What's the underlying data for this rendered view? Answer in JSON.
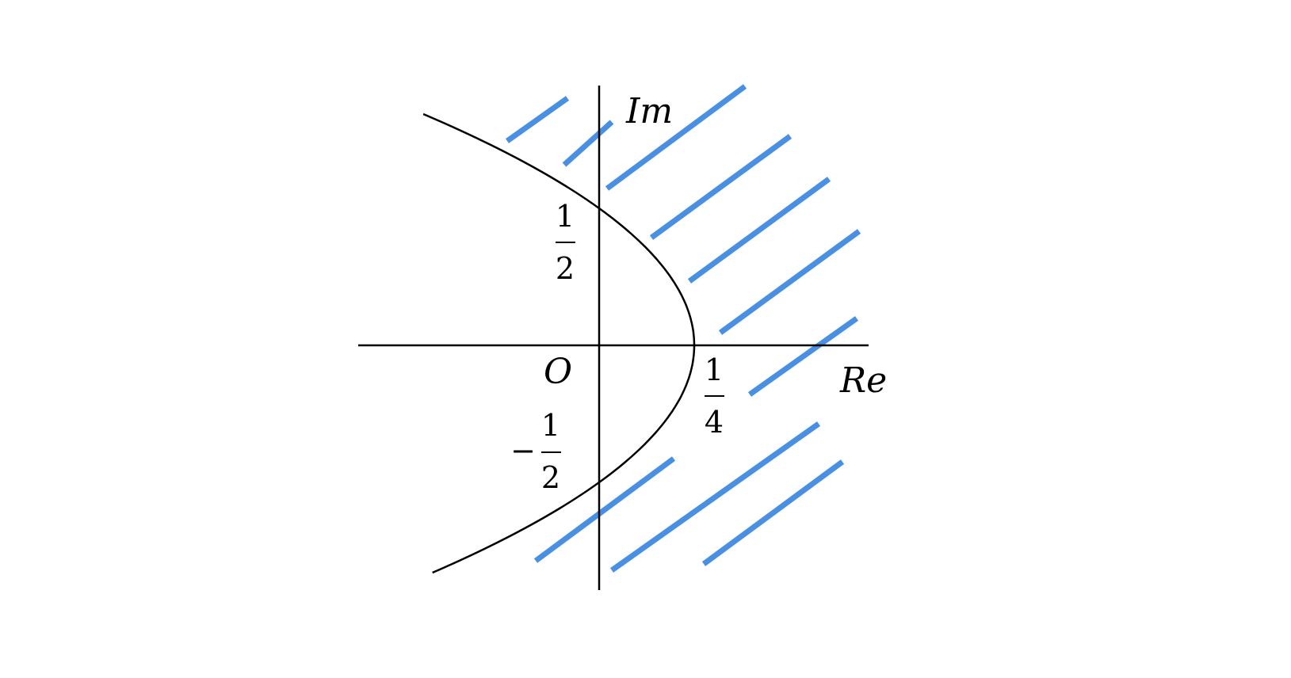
{
  "labels": {
    "imaginary_axis": "Im",
    "real_axis": "Re",
    "origin": "O",
    "y_tick_pos": {
      "numerator": "1",
      "denominator": "2"
    },
    "y_tick_neg": {
      "sign": "−",
      "numerator": "1",
      "denominator": "2"
    },
    "x_tick": {
      "numerator": "1",
      "denominator": "4"
    }
  },
  "colors": {
    "hatch": "#4a90e2",
    "curve": "#000000"
  }
}
